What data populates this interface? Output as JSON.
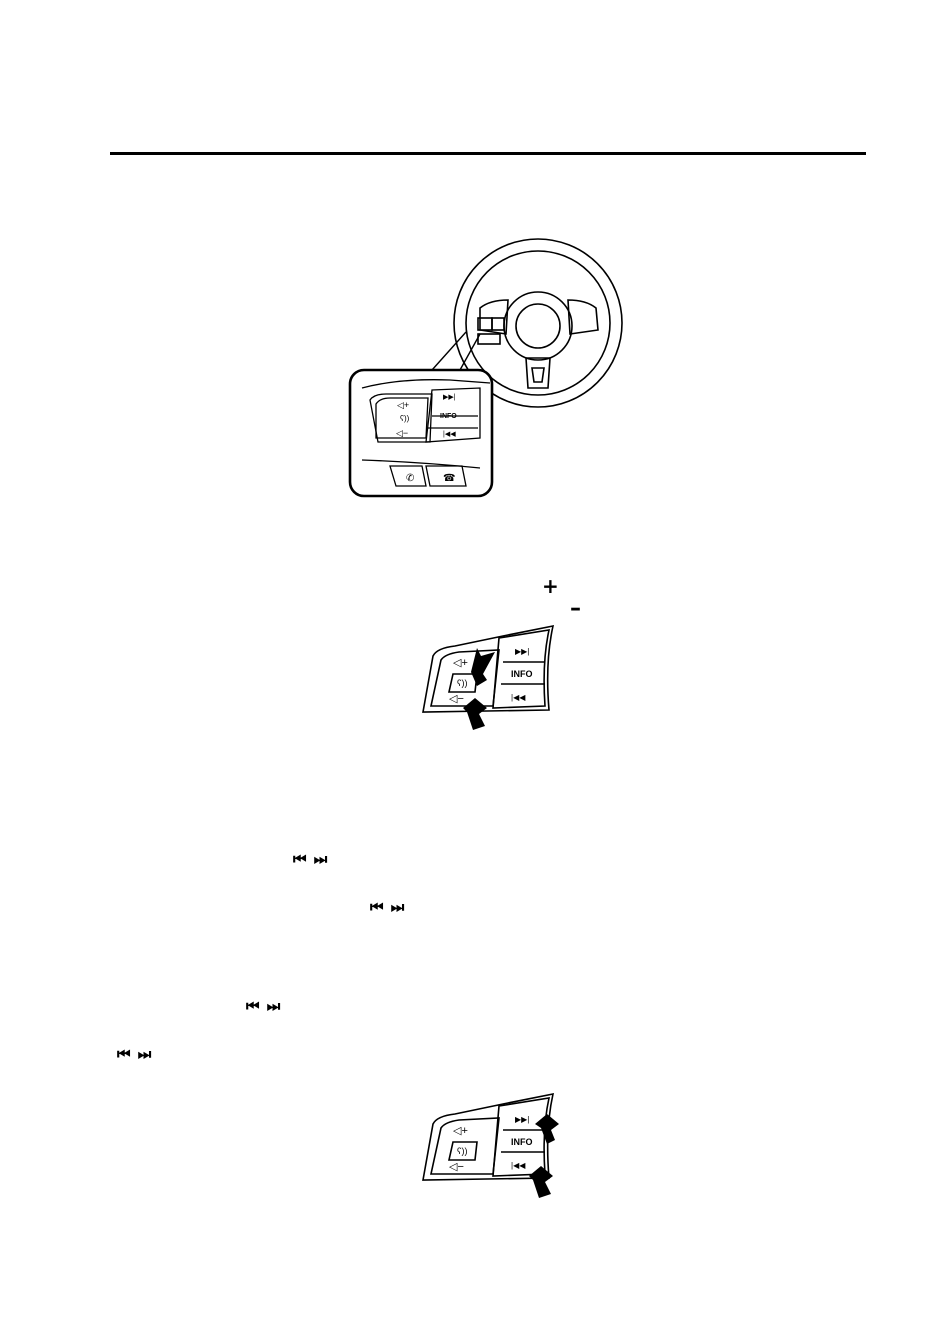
{
  "figure1": {
    "labels": {
      "info": "INFO"
    }
  },
  "figure2": {
    "labels": {
      "info": "INFO"
    }
  },
  "figure3": {
    "labels": {
      "info": "INFO"
    }
  },
  "inline_symbols": {
    "plus": "+",
    "minus": "–",
    "track_pair": "⏮ ⏭"
  },
  "icons": [
    "volume-up-icon",
    "volume-down-icon",
    "voice-command-icon",
    "seek-up-icon",
    "seek-down-icon",
    "pick-up-icon",
    "hang-up-icon",
    "arrow-icon",
    "steering-wheel-icon"
  ]
}
